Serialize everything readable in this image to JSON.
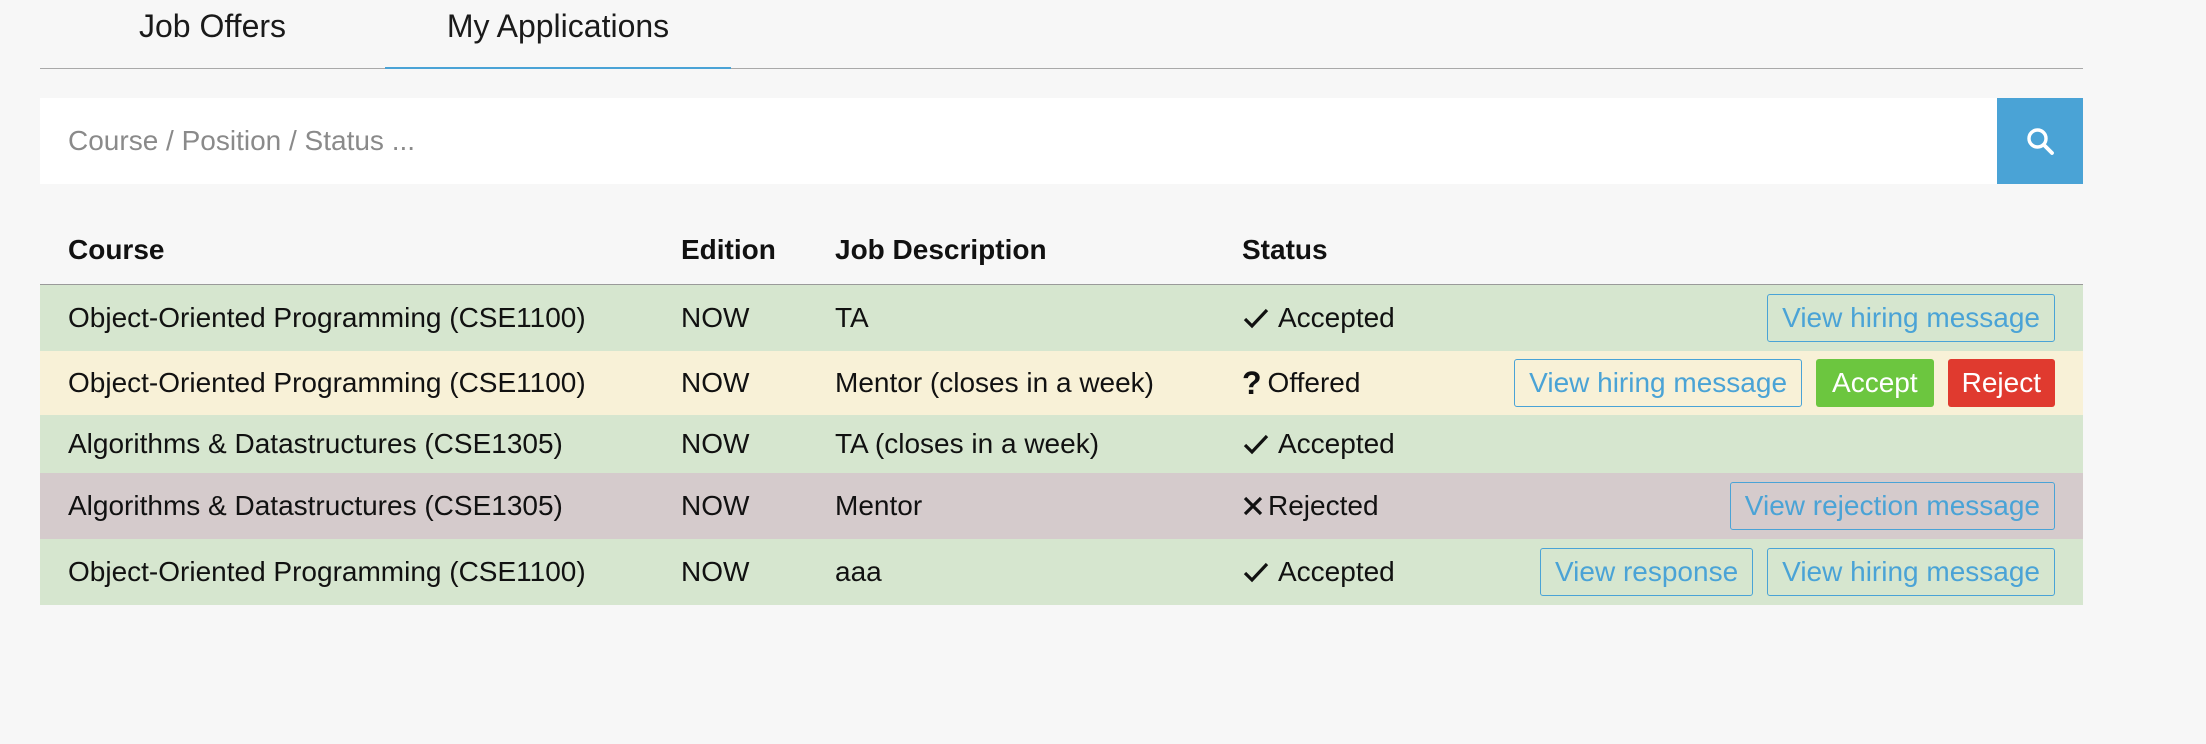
{
  "tabs": [
    {
      "label": "Job Offers",
      "active": false
    },
    {
      "label": "My Applications",
      "active": true
    }
  ],
  "search": {
    "placeholder": "Course / Position / Status ...",
    "icon": "search-icon"
  },
  "table": {
    "headers": {
      "course": "Course",
      "edition": "Edition",
      "job": "Job Description",
      "status": "Status"
    },
    "rows": [
      {
        "course": "Object-Oriented Programming (CSE1100)",
        "edition": "NOW",
        "job": "TA",
        "status": "Accepted",
        "status_icon": "check-icon",
        "actions": {
          "view_hiring": "View hiring message"
        }
      },
      {
        "course": "Object-Oriented Programming (CSE1100)",
        "edition": "NOW",
        "job": "Mentor (closes in a week)",
        "status": "Offered",
        "status_icon": "question-icon",
        "actions": {
          "view_hiring": "View hiring message",
          "accept": "Accept",
          "reject": "Reject"
        }
      },
      {
        "course": "Algorithms & Datastructures (CSE1305)",
        "edition": "NOW",
        "job": "TA (closes in a week)",
        "status": "Accepted",
        "status_icon": "check-icon",
        "actions": {}
      },
      {
        "course": "Algorithms & Datastructures (CSE1305)",
        "edition": "NOW",
        "job": "Mentor",
        "status": "Rejected",
        "status_icon": "x-icon",
        "actions": {
          "view_rejection": "View rejection message"
        }
      },
      {
        "course": "Object-Oriented Programming (CSE1100)",
        "edition": "NOW",
        "job": "aaa",
        "status": "Accepted",
        "status_icon": "check-icon",
        "actions": {
          "view_response": "View response",
          "view_hiring": "View hiring message"
        }
      }
    ]
  },
  "colors": {
    "accent": "#4aa3d6",
    "accepted_row": "#d6e6cf",
    "offered_row": "#f8f1d7",
    "rejected_row": "#d5cbcc",
    "accept_button": "#6cc63f",
    "reject_button": "#e03a2f"
  }
}
